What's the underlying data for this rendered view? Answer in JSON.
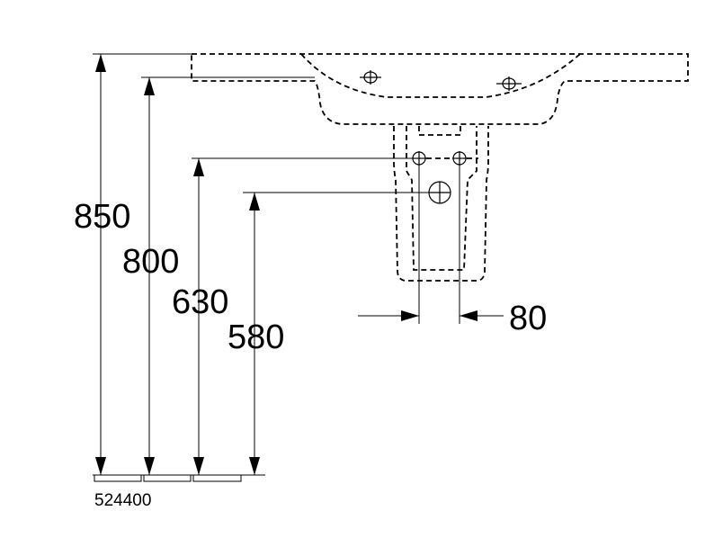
{
  "dimensions": {
    "d850": "850",
    "d800": "800",
    "d630": "630",
    "d580": "580",
    "d80": "80"
  },
  "product_code": "524400"
}
